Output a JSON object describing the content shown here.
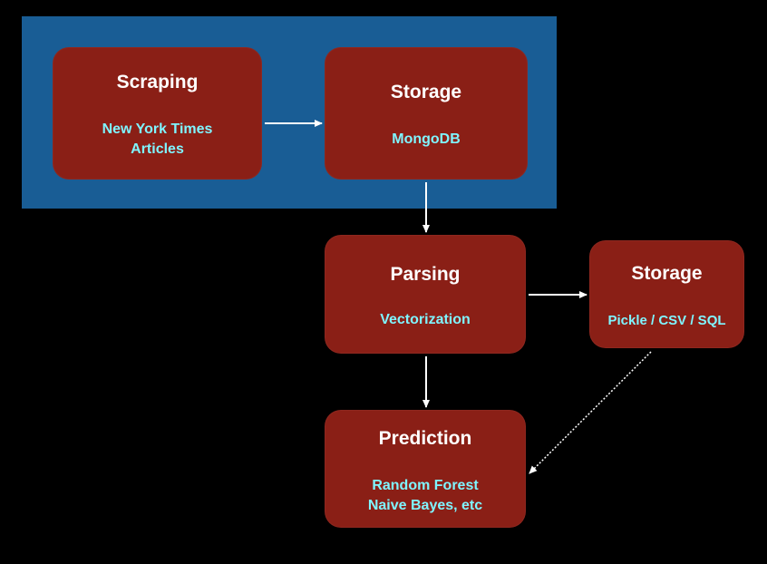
{
  "nodes": {
    "scraping": {
      "title": "Scraping",
      "subtitle_lines": [
        "New York Times",
        "Articles"
      ]
    },
    "storage_mongo": {
      "title": "Storage",
      "subtitle_lines": [
        "MongoDB"
      ]
    },
    "parsing": {
      "title": "Parsing",
      "subtitle_lines": [
        "Vectorization"
      ]
    },
    "storage_pickle": {
      "title": "Storage",
      "subtitle_lines": [
        "Pickle / CSV / SQL"
      ]
    },
    "prediction": {
      "title": "Prediction",
      "subtitle_lines": [
        "Random Forest",
        "Naive Bayes, etc"
      ]
    }
  },
  "colors": {
    "background": "#000000",
    "group_background": "#195d95",
    "node_fill": "#8a1f16",
    "title_text": "#ffffff",
    "subtitle_text": "#7ff5ff",
    "arrow": "#ffffff"
  }
}
